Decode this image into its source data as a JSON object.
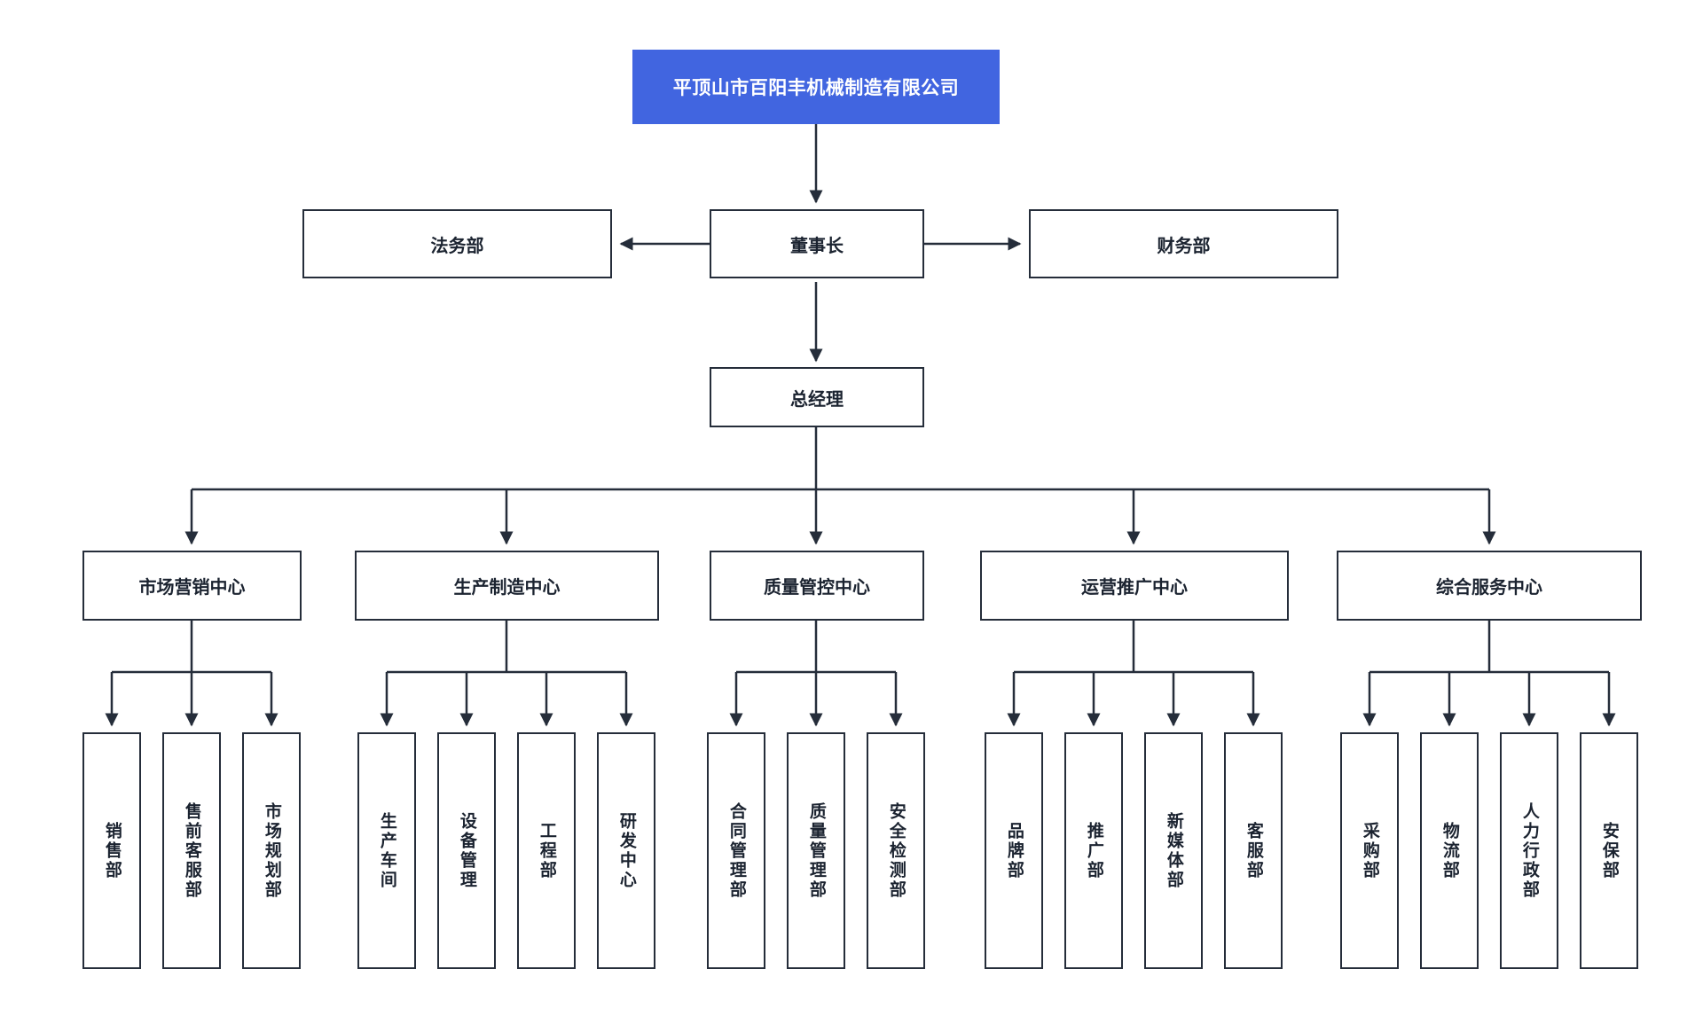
{
  "diagram": {
    "title": "平顶山市百阳丰机械制造有限公司",
    "type": "org-chart",
    "accent_color": "#4165e0",
    "line_color": "#252d3a",
    "box_fill": "#ffffff",
    "background": "#ffffff"
  },
  "root": {
    "label": "平顶山市百阳丰机械制造有限公司"
  },
  "executive": {
    "chairman": "董事长",
    "legal": "法务部",
    "finance": "财务部",
    "general_manager": "总经理"
  },
  "centers": [
    {
      "label": "市场营销中心",
      "departments": [
        "销售部",
        "售前客服部",
        "市场规划部"
      ]
    },
    {
      "label": "生产制造中心",
      "departments": [
        "生产车间",
        "设备管理",
        "工程部",
        "研发中心"
      ]
    },
    {
      "label": "质量管控中心",
      "departments": [
        "合同管理部",
        "质量管理部",
        "安全检测部"
      ]
    },
    {
      "label": "运营推广中心",
      "departments": [
        "品牌部",
        "推广部",
        "新媒体部",
        "客服部"
      ]
    },
    {
      "label": "综合服务中心",
      "departments": [
        "采购部",
        "物流部",
        "人力行政部",
        "安保部"
      ]
    }
  ]
}
